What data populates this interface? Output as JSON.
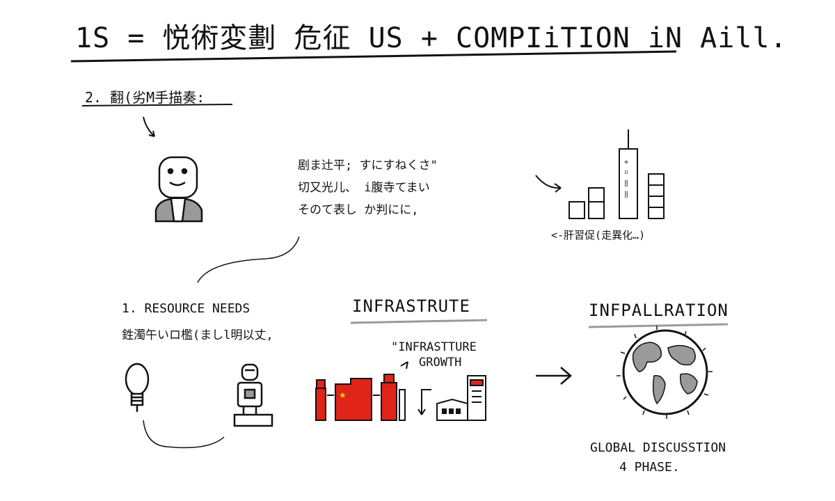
{
  "header": {
    "title": "1S = 悦術変劃 危征 US + COMPIiTION iN Aill.",
    "subtitle": "2. 翻(劣M手描奏:"
  },
  "note": {
    "lines": [
      "剧ま辻平;  すにすねくさ\"",
      "切又光儿、  i腹寺てまい",
      "そのて表し  か判にに,"
    ]
  },
  "bar_caption": "<-肝習促(走異化…)",
  "resource": {
    "title": "1.  RESOURCE NEEDS",
    "subtitle": "鉎濁午いロ檻(ましl明以丈,"
  },
  "infrastructure": {
    "heading": "INFRASTRUTE",
    "quote_line1": "\"INFRASTTURE",
    "quote_line2": "GROWTH"
  },
  "installation": {
    "heading": "INFPALLRATION"
  },
  "global": {
    "line1": "GLOBAL DISCUSSTION",
    "line2": "4 PHASE."
  },
  "colors": {
    "ink": "#111111",
    "red": "#e02418",
    "gray": "#9a9a9a",
    "flag_star": "#f5d400"
  },
  "icons": [
    "person-icon",
    "skyscraper-icon",
    "lightbulb-icon",
    "robot-icon",
    "factory-icon",
    "globe-icon",
    "arrow-icon"
  ]
}
